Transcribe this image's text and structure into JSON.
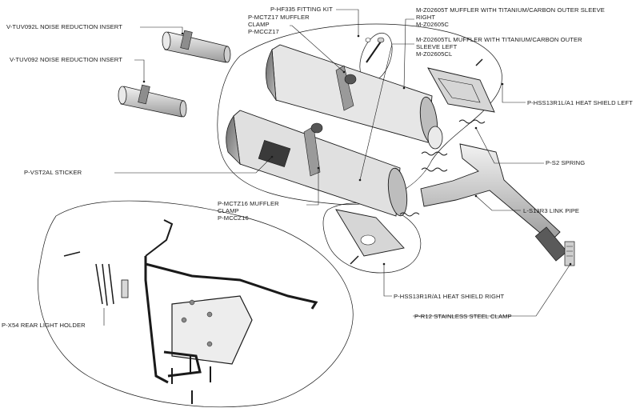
{
  "labels": {
    "tuv092l": "V-TUV092L NOISE REDUCTION INSERT",
    "tuv092": "V-TUV092 NOISE REDUCTION INSERT",
    "vst2al": "P-VST2AL STICKER",
    "x54": "P-X54 REAR LIGHT HOLDER",
    "hf335": "P-HF335 FITTING KIT",
    "mctz17": [
      "P-MCTZ17 MUFFLER",
      "CLAMP",
      "P-MCCZ17"
    ],
    "mctz16": [
      "P-MCTZ16 MUFFLER",
      "CLAMP",
      "P-MCCZ16"
    ],
    "z02605t": [
      "M-Z02605T MUFFLER WITH TITANIUM/CARBON OUTER SLEEVE",
      "RIGHT",
      "M-Z02605C"
    ],
    "z02605tl": [
      "M-Z02605TL MUFFLER WITH TITANIUM/CARBON OUTER",
      "SLEEVE LEFT",
      "M-Z02605CL"
    ],
    "hss13r1l": "P-HSS13R1L/A1 HEAT SHIELD LEFT",
    "s2": "P-S2 SPRING",
    "s13r3": "L-S13R3 LINK PIPE",
    "hss13r1r": "P-HSS13R1R/A1 HEAT SHIELD RIGHT",
    "r12": "P-R12 STAINLESS STEEL CLAMP"
  },
  "colors": {
    "line": "#1a1a1a",
    "part_fill": "#d9d9d9",
    "part_dark": "#7a7a7a",
    "background": "#ffffff"
  }
}
